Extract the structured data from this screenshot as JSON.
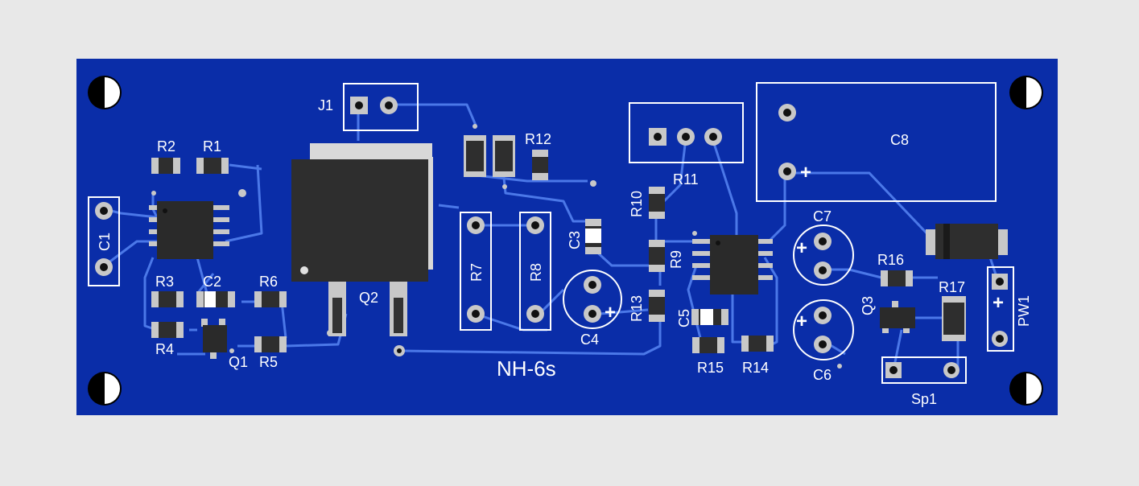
{
  "board": {
    "title": "NH-6s",
    "colors": {
      "background": "#e8e8e8",
      "pcb": "#0a2da8",
      "trace": "#4b78e8",
      "silkscreen": "#ffffff",
      "pad": "#c8c8c8",
      "body": "#2e2e2e",
      "hole": "#000000"
    }
  },
  "labels": {
    "j1": "J1",
    "c1": "C1",
    "r1": "R1",
    "r2": "R2",
    "r3": "R3",
    "r4": "R4",
    "r5": "R5",
    "r6": "R6",
    "c2": "C2",
    "q1": "Q1",
    "q2": "Q2",
    "r7": "R7",
    "r8": "R8",
    "c3": "C3",
    "c4": "C4",
    "r12": "R12",
    "r10": "R10",
    "r11": "R11",
    "r9": "R9",
    "r13": "R13",
    "c5": "C5",
    "r15": "R15",
    "r14": "R14",
    "c7": "C7",
    "c6": "C6",
    "c8": "C8",
    "r16": "R16",
    "q3": "Q3",
    "r17": "R17",
    "pw1": "PW1",
    "sp1": "Sp1",
    "plus": "+"
  }
}
